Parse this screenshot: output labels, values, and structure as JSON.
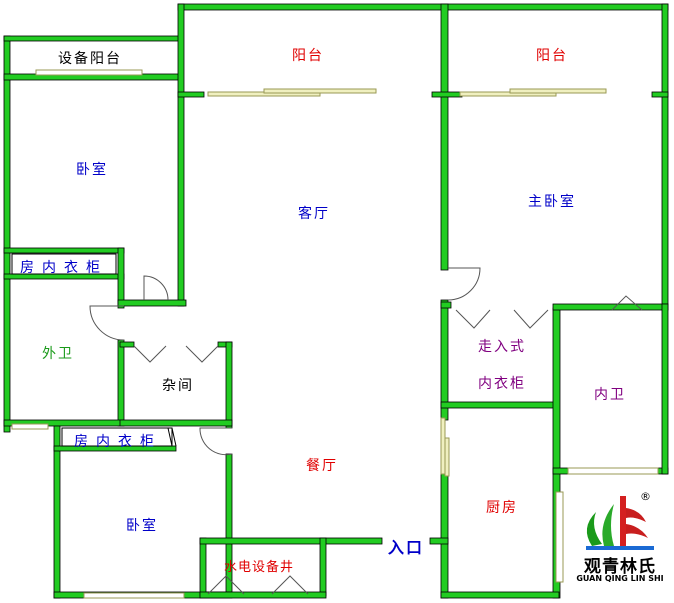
{
  "rooms": {
    "equipment_balcony": "设备阳台",
    "balcony_left": "阳台",
    "balcony_right": "阳台",
    "bedroom_top": "卧室",
    "living_room": "客厅",
    "master_bedroom": "主卧室",
    "wardrobe_top": "房内衣柜",
    "guest_bathroom": "外卫",
    "storage": "杂间",
    "walk_in_top": "走入式",
    "walk_in_bottom": "内衣柜",
    "ensuite_bathroom": "内卫",
    "wardrobe_bottom": "房内衣柜",
    "dining_room": "餐厅",
    "kitchen": "厨房",
    "bedroom_bottom": "卧室",
    "utility_shaft": "水电设备井",
    "entrance": "入口"
  },
  "logo": {
    "name_cn": "观青林氏",
    "name_en": "GUAN QING LIN SHI",
    "registered": "®"
  },
  "colors": {
    "wall": "#22cc22",
    "wall_outline": "#000000",
    "window": "#c8c87a",
    "label_red": "#e00000",
    "label_blue": "#0000c8",
    "label_green": "#1a9a1a",
    "label_purple": "#800080"
  }
}
